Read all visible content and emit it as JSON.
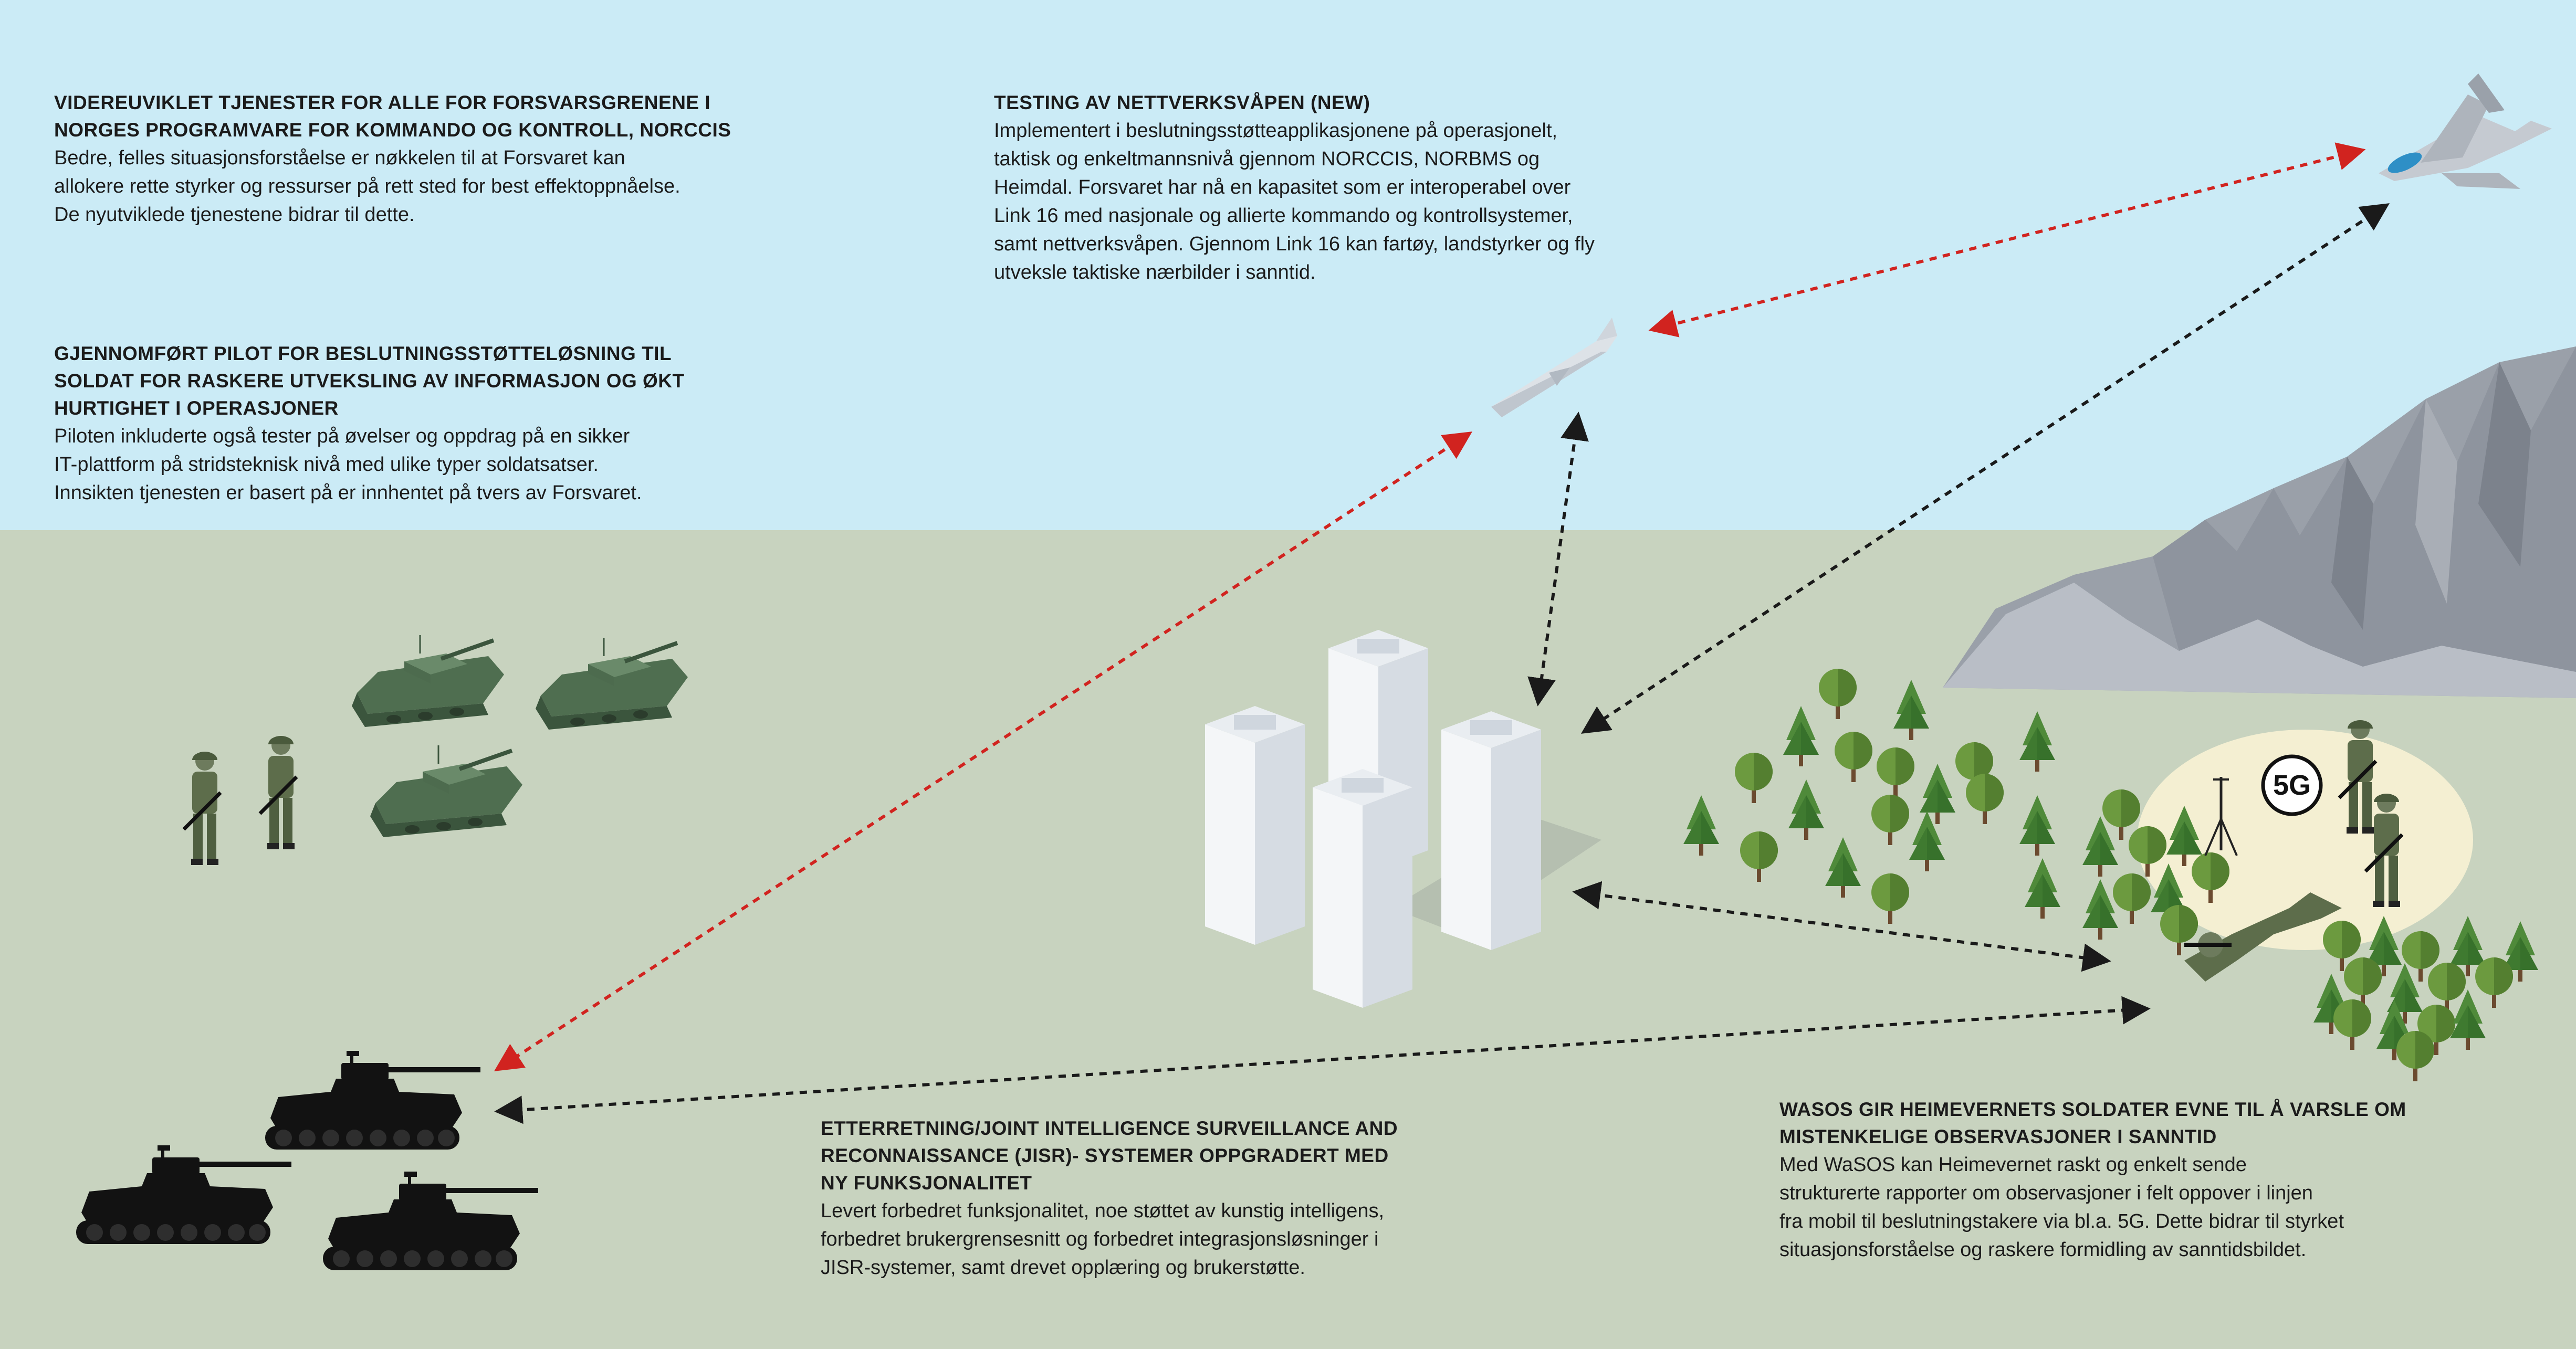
{
  "colors": {
    "sky": "#cbebf6",
    "ground": "#c8d3bf",
    "mountain_light": "#b7bcc4",
    "mountain_dark": "#979ca6",
    "red_link": "#d1231f",
    "black_link": "#1a1a1a",
    "tank_green": "#5b7a5c",
    "tree_green": "#5f8a3c",
    "clearing": "#f4efd2"
  },
  "blocks": {
    "norccis": {
      "heading": "VIDEREUVIKLET TJENESTER FOR ALLE FOR FORSVARSGRENENE I\nNORGES PROGRAMVARE FOR KOMMANDO OG KONTROLL, NORCCIS",
      "body": "Bedre, felles situasjonsforståelse er nøkkelen til at Forsvaret kan\nallokere rette styrker og ressurser på rett sted for best effektoppnåelse.\nDe nyutviklede tjenestene bidrar til dette."
    },
    "pilot": {
      "heading": "GJENNOMFØRT PILOT FOR BESLUTNINGSSTØTTELØSNING TIL\nSOLDAT FOR RASKERE UTVEKSLING AV INFORMASJON OG ØKT\nHURTIGHET I OPERASJONER",
      "body": "Piloten inkluderte også tester på øvelser og oppdrag på en sikker\nIT-plattform på stridsteknisk nivå med ulike typer soldatsatser.\nInnsikten tjenesten er basert på er innhentet på tvers av Forsvaret."
    },
    "network": {
      "heading": "TESTING AV NETTVERKSVÅPEN (NEW)",
      "body": "Implementert i beslutningsstøtteapplikasjonene på operasjonelt,\ntaktisk og enkeltmannsnivå gjennom NORCCIS, NORBMS og\nHeimdal. Forsvaret har nå en kapasitet som er interoperabel over\nLink 16 med nasjonale og allierte kommando og kontrollsystemer,\nsamt nettverksvåpen. Gjennom Link 16 kan fartøy, landstyrker og fly\nutveksle taktiske nærbilder i sanntid."
    },
    "jisr": {
      "heading": "ETTERRETNING/JOINT INTELLIGENCE SURVEILLANCE AND\nRECONNAISSANCE (JISR)- SYSTEMER OPPGRADERT MED\nNY FUNKSJONALITET",
      "body": "Levert forbedret funksjonalitet, noe støttet av kunstig intelligens,\nforbedret brukergrensesnitt og forbedret integrasjonsløsninger i\nJISR-systemer, samt drevet opplæring og brukerstøtte."
    },
    "wasos": {
      "heading": "WASOS GIR HEIMEVERNETS SOLDATER EVNE TIL Å VARSLE OM\nMISTENKELIGE OBSERVASJONER I SANNTID",
      "body": "Med WaSOS kan Heimevernet raskt og enkelt sende\nstrukturerte rapporter om observasjoner i felt oppover i linjen\nfra mobil til beslutningstakere via bl.a. 5G. Dette bidrar til styrket\nsituasjonsforståelse og raskere formidling av sanntidsbildet."
    }
  },
  "badge_5g": "5G",
  "icons": [
    "fighter-jet-icon",
    "cruise-missile-icon",
    "office-buildings-icon",
    "mountain-icon",
    "tree-icon",
    "armored-vehicle-icon",
    "soldier-icon",
    "antenna-icon"
  ]
}
